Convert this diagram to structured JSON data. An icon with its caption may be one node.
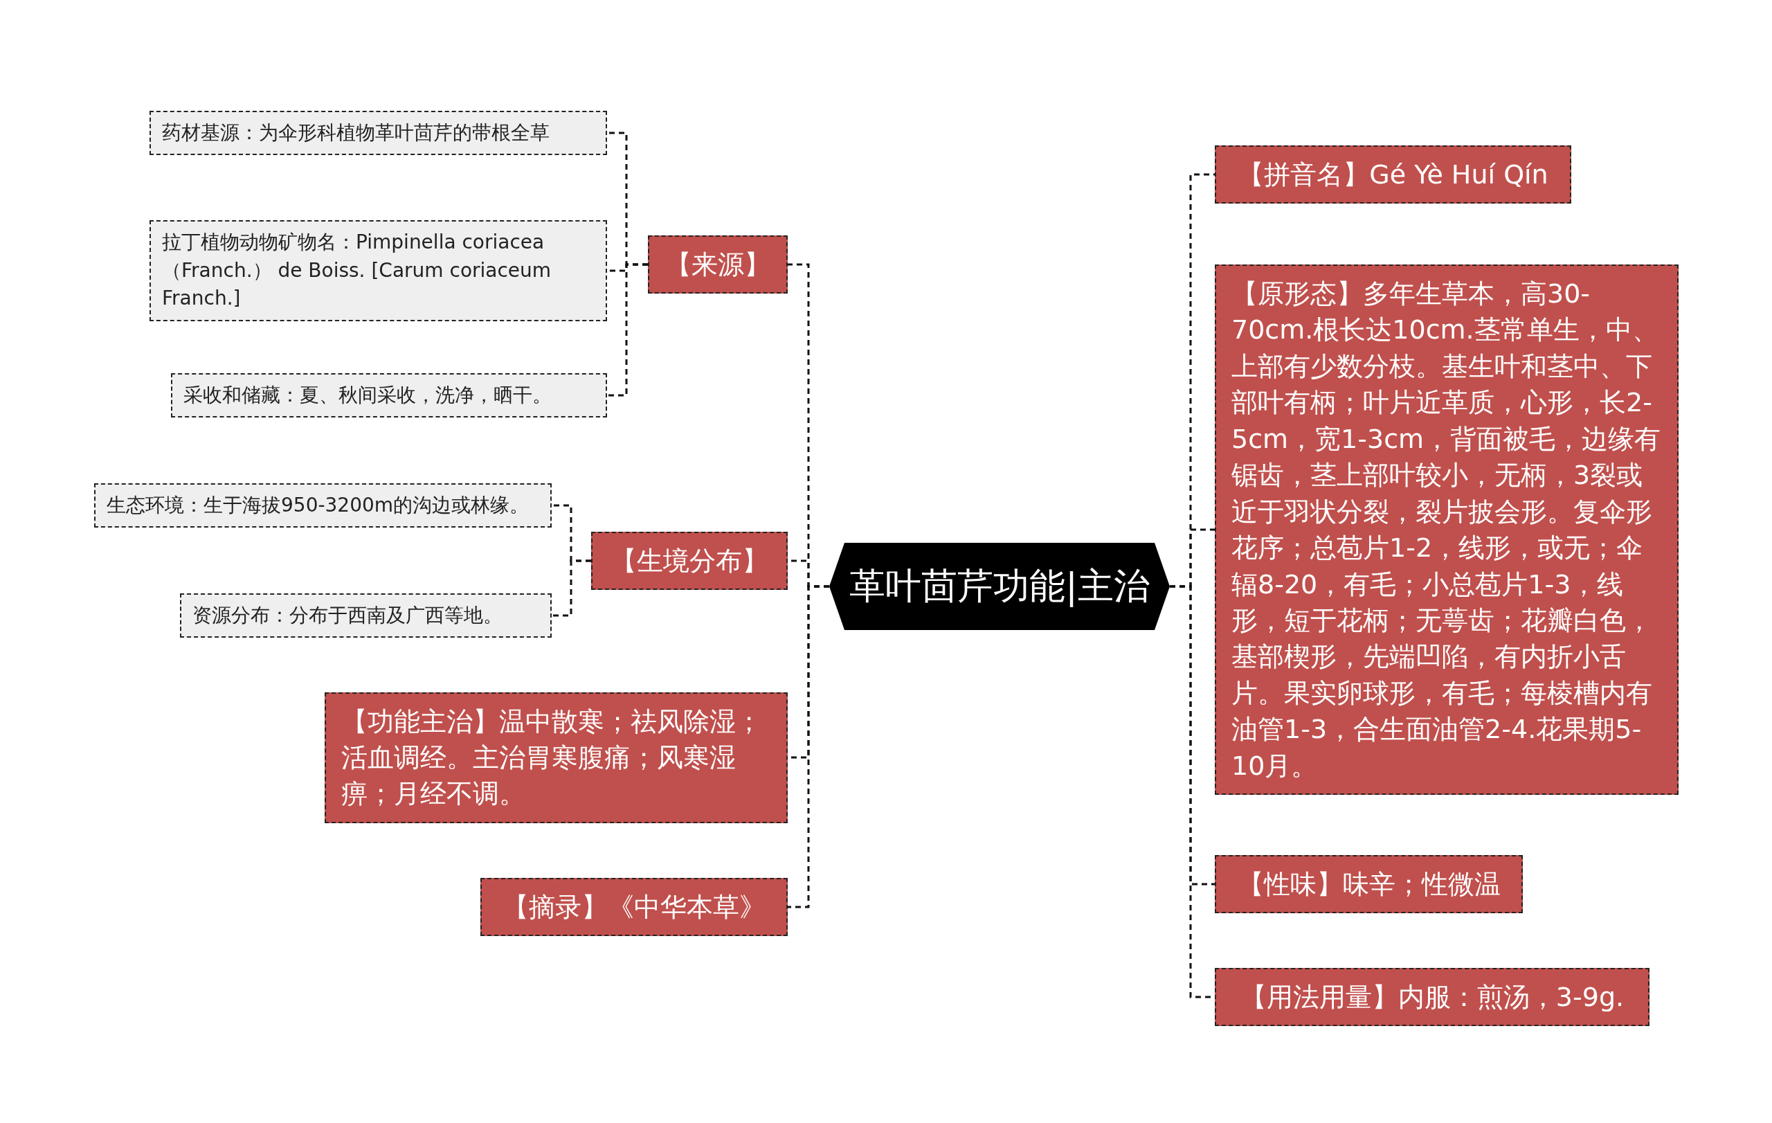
{
  "diagram": {
    "nodes": [
      {
        "text": [
          "革叶茴芹功能|主治"
        ]
      },
      {
        "text": [
          "【来源】"
        ]
      },
      {
        "text": [
          "药材基源：为伞形科植物革叶茴芹的带根全草"
        ]
      },
      {
        "text": [
          "拉丁植物动物矿物名：Pimpinella coriacea（Franch.） de Boiss. [Carum coriaceum Franch.]"
        ]
      },
      {
        "text": [
          "采收和储藏：夏、秋间采收，洗净，晒干。"
        ]
      },
      {
        "text": [
          "【生境分布】"
        ]
      },
      {
        "text": [
          "生态环境：生于海拔950-3200m的沟边或林缘。"
        ]
      },
      {
        "text": [
          "资源分布：分布于西南及广西等地。"
        ]
      },
      {
        "text": [
          "【功能主治】温中散寒；祛风除湿；活血调经。主治胃寒腹痛；风寒湿痹；月经不调。"
        ]
      },
      {
        "text": [
          "【摘录】《中华本草》"
        ]
      },
      {
        "text": [
          "【拼音名】Gé Yè Huí Qín"
        ]
      },
      {
        "text": [
          "【原形态】多年生草本，高30-70cm.根长达10cm.茎常单生，中、上部有少数分枝。基生叶和茎中、下部叶有柄；叶片近革质，心形，长2-5cm，宽1-3cm，背面被毛，边缘有锯齿，茎上部叶较小，无柄，3裂或近于羽状分裂，裂片披会形。复伞形花序；总苞片1-2，线形，或无；伞辐8-20，有毛；小总苞片1-3，线形，短于花柄；无萼齿；花瓣白色，基部楔形，先端凹陷，有内折小舌片。果实卵球形，有毛；每棱槽内有油管1-3，合生面油管2-4.花果期5-10月。"
        ]
      },
      {
        "text": [
          "【性味】味辛；性微温"
        ]
      },
      {
        "text": [
          "【用法用量】内服：煎汤，3-9g."
        ]
      }
    ],
    "edges": [
      {
        "from": 0,
        "to": 1,
        "arrow": "none"
      },
      {
        "from": 1,
        "to": 2,
        "arrow": "none"
      },
      {
        "from": 1,
        "to": 3,
        "arrow": "none"
      },
      {
        "from": 1,
        "to": 4,
        "arrow": "none"
      },
      {
        "from": 0,
        "to": 5,
        "arrow": "none"
      },
      {
        "from": 5,
        "to": 6,
        "arrow": "none"
      },
      {
        "from": 5,
        "to": 7,
        "arrow": "none"
      },
      {
        "from": 0,
        "to": 8,
        "arrow": "none"
      },
      {
        "from": 0,
        "to": 9,
        "arrow": "none"
      },
      {
        "from": 0,
        "to": 10,
        "arrow": "none"
      },
      {
        "from": 0,
        "to": 11,
        "arrow": "none"
      },
      {
        "from": 0,
        "to": 12,
        "arrow": "none"
      },
      {
        "from": 0,
        "to": 13,
        "arrow": "none"
      }
    ]
  }
}
